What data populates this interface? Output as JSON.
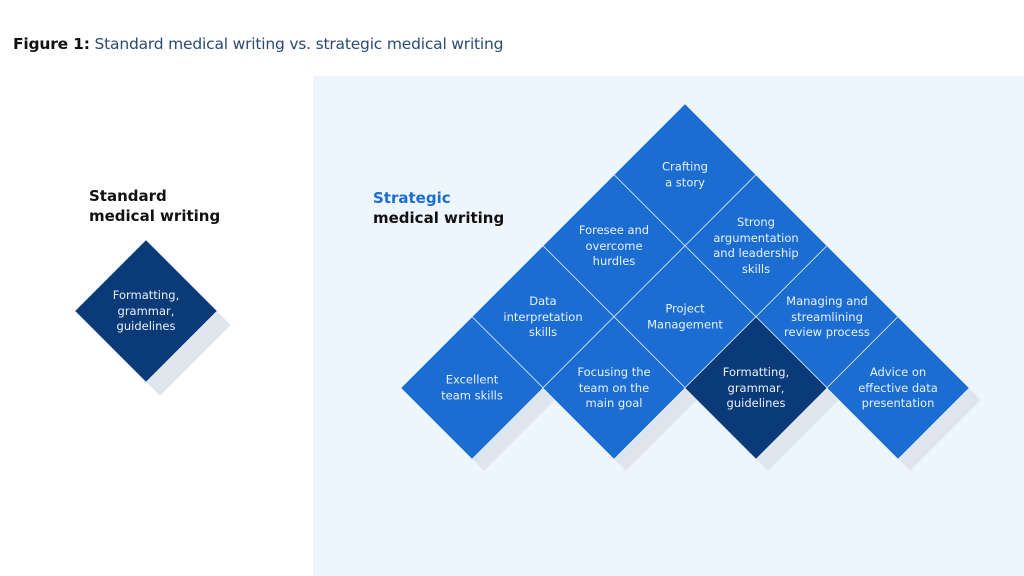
{
  "caption": {
    "prefix": "Figure 1:",
    "text": "Standard medical writing vs. strategic medical writing"
  },
  "standard": {
    "heading_line1": "Standard",
    "heading_line2": "medical writing",
    "diamond": {
      "label": "Formatting, grammar, guidelines",
      "lines": [
        "Formatting,",
        "grammar,",
        "guidelines"
      ]
    }
  },
  "strategic": {
    "heading_line1": "Strategic",
    "heading_line2": "medical writing",
    "diamonds": [
      {
        "lines": [
          "Crafting",
          "a story"
        ],
        "highlight": false
      },
      {
        "lines": [
          "Foresee and",
          "overcome",
          "hurdles"
        ],
        "highlight": false
      },
      {
        "lines": [
          "Strong",
          "argumentation",
          "and leadership",
          "skills"
        ],
        "highlight": false
      },
      {
        "lines": [
          "Data",
          "interpretation",
          "skills"
        ],
        "highlight": false
      },
      {
        "lines": [
          "Project",
          "Management"
        ],
        "highlight": false
      },
      {
        "lines": [
          "Managing  and",
          "streamlining",
          "review process"
        ],
        "highlight": false
      },
      {
        "lines": [
          "Excellent",
          "team skills"
        ],
        "highlight": false
      },
      {
        "lines": [
          "Focusing the",
          "team on the",
          "main goal"
        ],
        "highlight": false
      },
      {
        "lines": [
          "Formatting,",
          "grammar,",
          "guidelines"
        ],
        "highlight": true
      },
      {
        "lines": [
          "Advice on",
          "effective data",
          "presentation"
        ],
        "highlight": false
      }
    ]
  },
  "colors": {
    "blue": "#1b6dd1",
    "dark_blue": "#0b3a78",
    "panel": "#eef6fd"
  }
}
